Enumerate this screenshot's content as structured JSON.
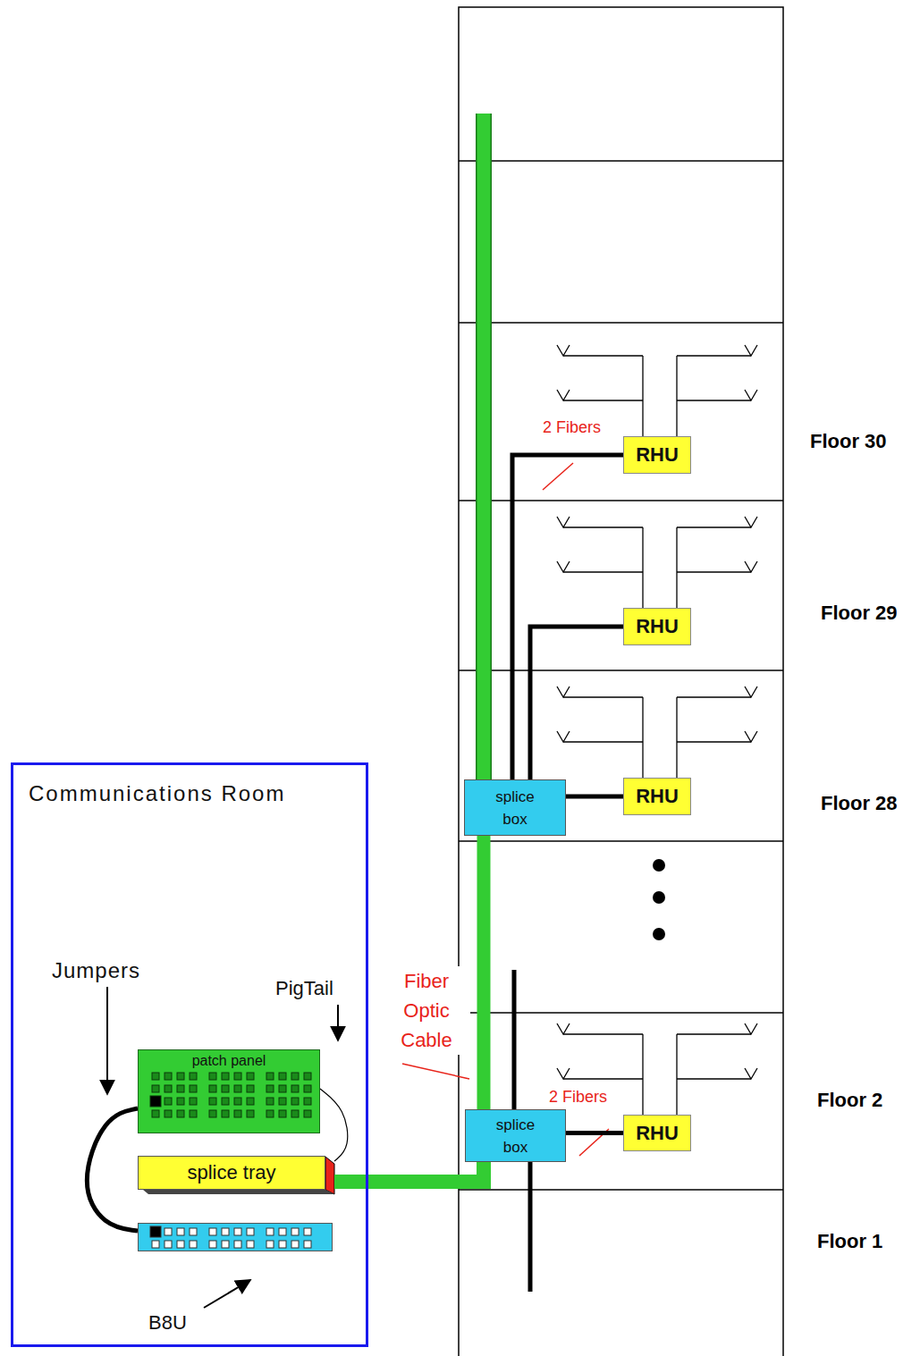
{
  "diagram": {
    "nodes": [
      {
        "text": [
          "Communications Room"
        ]
      },
      {
        "text": [
          "patch panel"
        ],
        "in": 0
      },
      {
        "text": [
          "splice tray"
        ],
        "in": 0
      },
      {
        "text": [
          "B8U"
        ],
        "in": 0
      },
      {
        "text": [
          "splice box"
        ]
      },
      {
        "text": [
          "RHU"
        ]
      },
      {
        "text": [
          "RHU"
        ]
      },
      {
        "text": [
          "RHU"
        ]
      },
      {
        "text": [
          "splice box"
        ]
      },
      {
        "text": [
          "RHU"
        ]
      }
    ],
    "edges": [
      {
        "from": 1,
        "to": 3,
        "arrow": "none"
      },
      {
        "from": 1,
        "to": 2,
        "arrow": "none"
      },
      {
        "from": 2,
        "to": 8,
        "arrow": "none"
      },
      {
        "from": 8,
        "to": 4,
        "arrow": "none"
      },
      {
        "from": 4,
        "to": 5,
        "label": "2 Fibers",
        "arrow": "none"
      },
      {
        "from": 4,
        "to": 6,
        "arrow": "none"
      },
      {
        "from": 4,
        "to": 7,
        "arrow": "none"
      },
      {
        "from": 8,
        "to": 9,
        "label": "2 Fibers",
        "arrow": "none"
      }
    ],
    "labels": [
      "Jumpers",
      "PigTail",
      "Fiber Optic Cable",
      "Floor 30",
      "Floor 29",
      "Floor 28",
      "Floor 2",
      "Floor 1"
    ]
  }
}
